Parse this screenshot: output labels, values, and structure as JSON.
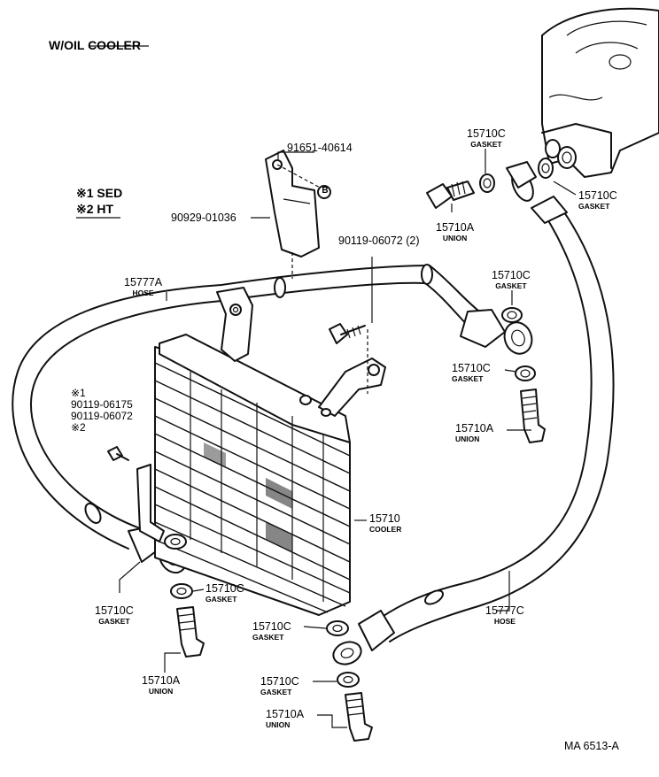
{
  "title": "W/OIL COOLER",
  "legend": [
    {
      "symbol": "※1",
      "text": "SED"
    },
    {
      "symbol": "※2",
      "text": "HT"
    }
  ],
  "bolt_note": {
    "mark1": "※1",
    "part1": "90119-06175",
    "part2": "90119-06072",
    "mark2": "※2"
  },
  "callouts": {
    "bolt_upper": {
      "pn": "91651-40614"
    },
    "bracket": {
      "pn": "90929-01036"
    },
    "bolt_cooler": {
      "pn": "90119-06072 (2)"
    },
    "hose_a": {
      "pn": "15777A",
      "cap": "HOSE"
    },
    "hose_c": {
      "pn": "15777C",
      "cap": "HOSE"
    },
    "cooler": {
      "pn": "15710",
      "cap": "COOLER"
    },
    "gasket_top": {
      "pn": "15710C",
      "cap": "GASKET"
    },
    "gasket_top_right": {
      "pn": "15710C",
      "cap": "GASKET"
    },
    "union_top": {
      "pn": "15710A",
      "cap": "UNION"
    },
    "gasket_right1": {
      "pn": "15710C",
      "cap": "GASKET"
    },
    "gasket_right2": {
      "pn": "15710C",
      "cap": "GASKET"
    },
    "union_right": {
      "pn": "15710A",
      "cap": "UNION"
    },
    "gasket_left1": {
      "pn": "15710C",
      "cap": "GASKET"
    },
    "gasket_left2": {
      "pn": "15710C",
      "cap": "GASKET"
    },
    "union_left": {
      "pn": "15710A",
      "cap": "UNION"
    },
    "gasket_bottom1": {
      "pn": "15710C",
      "cap": "GASKET"
    },
    "gasket_bottom2": {
      "pn": "15710C",
      "cap": "GASKET"
    },
    "union_bottom": {
      "pn": "15710A",
      "cap": "UNION"
    }
  },
  "marker_b": "B",
  "diagram_code": "MA 6513-A"
}
